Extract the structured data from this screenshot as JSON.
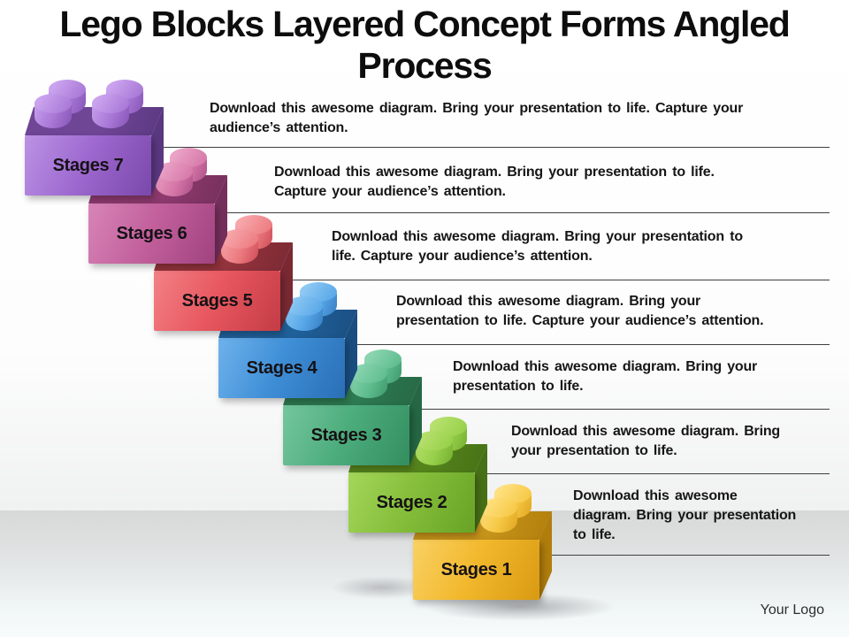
{
  "slide": {
    "title": "Lego Blocks Layered Concept Forms Angled Process",
    "logo_text": "Your Logo"
  },
  "stages": [
    {
      "label": "Stages 7",
      "color": "#9d68cf",
      "description": "Download this awesome diagram. Bring your presentation to life. Capture your\naudience’s attention."
    },
    {
      "label": "Stages 6",
      "color": "#c2609c",
      "description": "Download this awesome diagram. Bring your presentation to life.\nCapture your audience’s attention."
    },
    {
      "label": "Stages 5",
      "color": "#e8575f",
      "description": "Download this awesome diagram. Bring your presentation to\nlife. Capture your audience’s attention."
    },
    {
      "label": "Stages 4",
      "color": "#3e8ed6",
      "description": "Download this awesome diagram. Bring your\npresentation to life. Capture your audience’s attention."
    },
    {
      "label": "Stages 3",
      "color": "#4cad7c",
      "description": "Download this awesome diagram. Bring your\npresentation to life."
    },
    {
      "label": "Stages 2",
      "color": "#85be3a",
      "description": "Download this awesome diagram. Bring\nyour presentation to life."
    },
    {
      "label": "Stages 1",
      "color": "#f2b82c",
      "description": "Download this awesome\ndiagram. Bring your presentation\nto life."
    }
  ]
}
